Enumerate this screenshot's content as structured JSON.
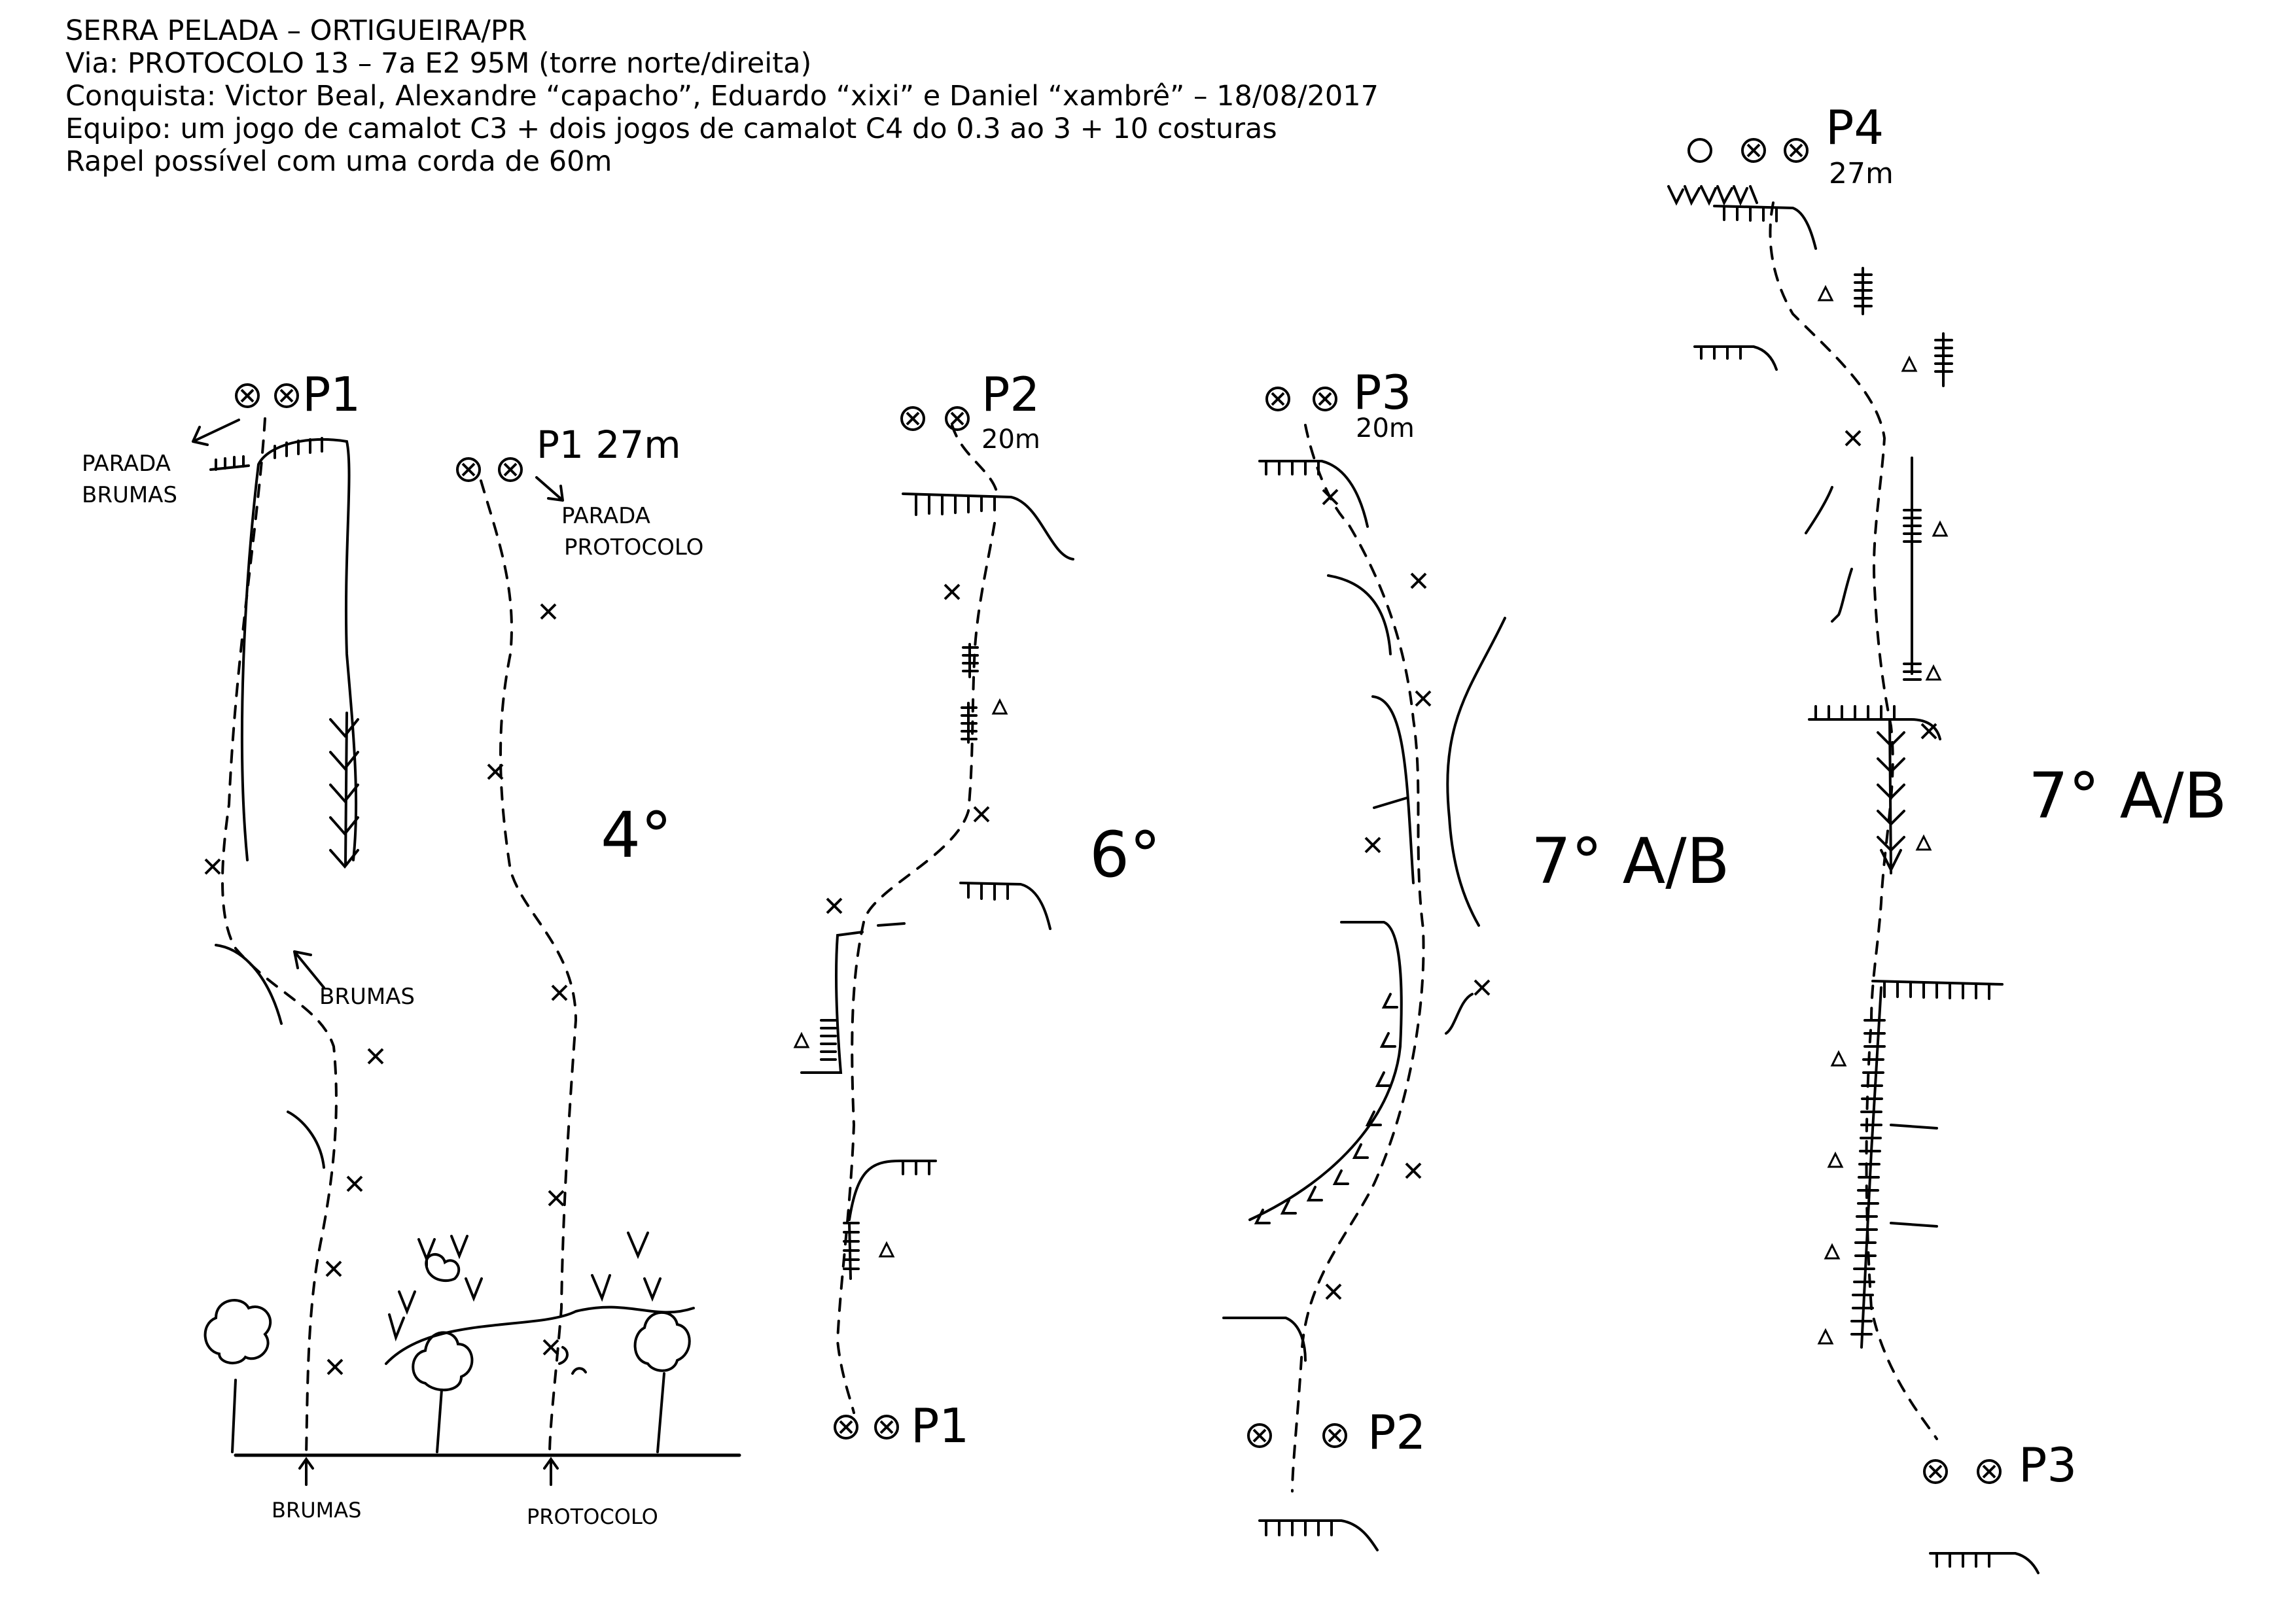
{
  "header": {
    "line1": "SERRA PELADA – ORTIGUEIRA/PR",
    "line2": "Via: PROTOCOLO 13 – 7a E2 95M (torre norte/direita)",
    "line3": "Conquista: Victor Beal, Alexandre “capacho”, Eduardo “xixi” e Daniel “xambrê” – 18/08/2017",
    "line4": "Equipo: um jogo de camalot C3 + dois jogos de camalot C4 do 0.3 ao 3 + 10 costuras",
    "line5": "Rapel possível com uma corda de 60m"
  },
  "pitch1": {
    "p1_brumas_label": "P1",
    "parada_brumas": [
      "PARADA",
      "BRUMAS"
    ],
    "brumas_mid_label": "BRUMAS",
    "brumas_start": "BRUMAS",
    "p1_protocolo_label": "P1 27m",
    "parada_protocolo": [
      "PARADA",
      "PROTOCOLO"
    ],
    "protocolo_start": "PROTOCOLO",
    "grade": "4°"
  },
  "pitch2": {
    "anchor_top": "P2",
    "length": "20m",
    "anchor_bottom": "P1",
    "grade": "6°"
  },
  "pitch3": {
    "anchor_top": "P3",
    "length": "20m",
    "anchor_bottom": "P2",
    "grade": "7° A/B"
  },
  "pitch4": {
    "anchor_top": "P4",
    "length": "27m",
    "anchor_bottom": "P3",
    "grade": "7° A/B"
  },
  "colors": {
    "ink": "#000000",
    "paper": "#ffffff"
  }
}
